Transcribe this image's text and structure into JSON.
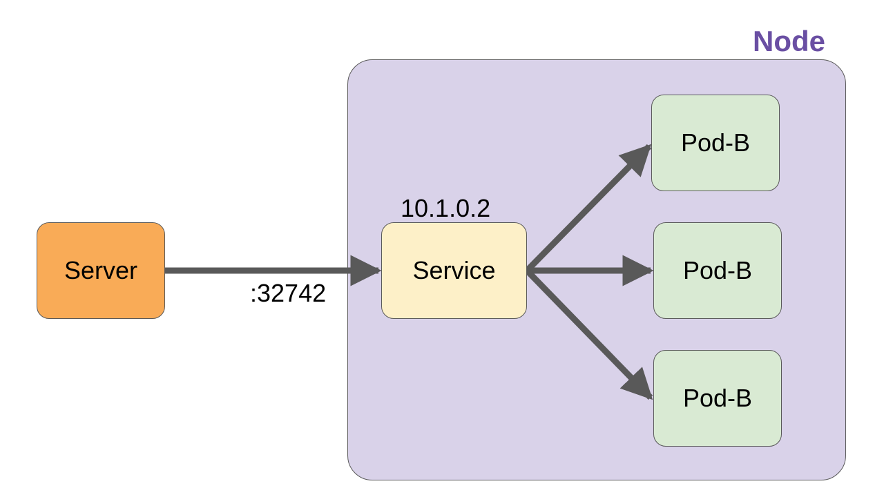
{
  "node": {
    "title": "Node",
    "title_color": "#6a4fa3",
    "fill_color": "#d9d2e9"
  },
  "server": {
    "label": "Server",
    "fill_color": "#f9ab57"
  },
  "service": {
    "label": "Service",
    "ip": "10.1.0.2",
    "fill_color": "#fdf0c8"
  },
  "connection": {
    "port_label": ":32742",
    "arrow_color": "#595959"
  },
  "pods": [
    {
      "label": "Pod-B"
    },
    {
      "label": "Pod-B"
    },
    {
      "label": "Pod-B"
    }
  ],
  "pod_fill_color": "#d9ead3"
}
